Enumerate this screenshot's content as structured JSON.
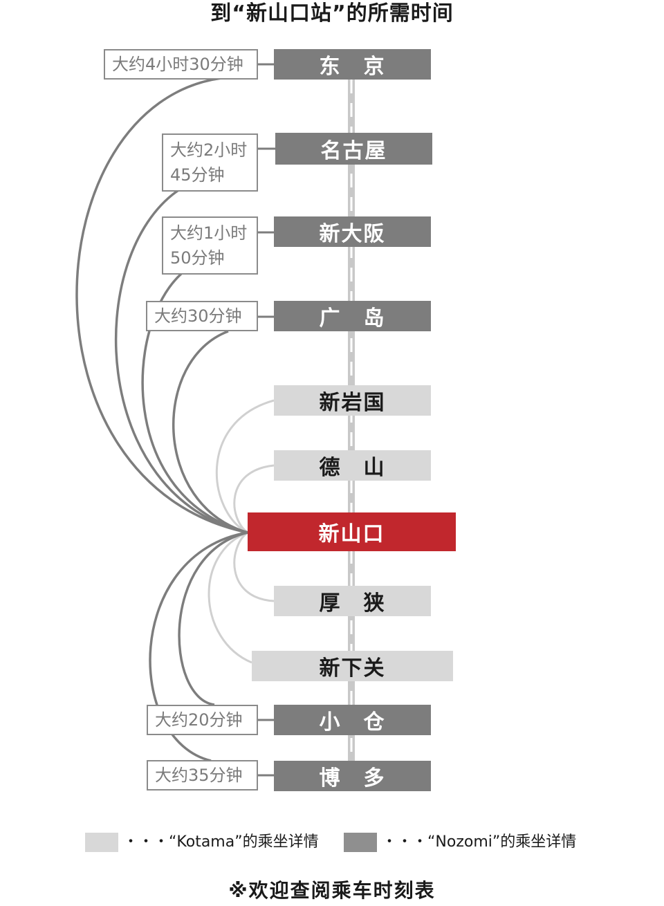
{
  "title": "到“新山口站”的所需时间",
  "colors": {
    "nozomi": "#7d7d7d",
    "kodama": "#d8d8d8",
    "current": "#c1272d",
    "line_dark": "#7d7d7d",
    "line_light": "#d0d0d0",
    "track": "#c8c8c8"
  },
  "stations": [
    {
      "id": "tokyo",
      "label": "东　京",
      "type": "nozomi"
    },
    {
      "id": "nagoya",
      "label": "名古屋",
      "type": "nozomi"
    },
    {
      "id": "shinosaka",
      "label": "新大阪",
      "type": "nozomi"
    },
    {
      "id": "hiroshima",
      "label": "广　岛",
      "type": "nozomi"
    },
    {
      "id": "shiniwakuni",
      "label": "新岩国",
      "type": "kodama"
    },
    {
      "id": "tokuyama",
      "label": "德　山",
      "type": "kodama"
    },
    {
      "id": "shinyamaguchi",
      "label": "新山口",
      "type": "current"
    },
    {
      "id": "asa",
      "label": "厚　狭",
      "type": "kodama"
    },
    {
      "id": "shinshimonoseki",
      "label": "新下关",
      "type": "kodama"
    },
    {
      "id": "kokura",
      "label": "小　仓",
      "type": "nozomi"
    },
    {
      "id": "hakata",
      "label": "博　多",
      "type": "nozomi"
    }
  ],
  "travel_times": {
    "tokyo": [
      "大约4小时30分钟"
    ],
    "nagoya": [
      "大约2小时",
      "45分钟"
    ],
    "shinosaka": [
      "大约1小时",
      "50分钟"
    ],
    "hiroshima": [
      "大约30分钟"
    ],
    "kokura": [
      "大约20分钟"
    ],
    "hakata": [
      "大约35分钟"
    ]
  },
  "legend": {
    "kodama": "・・・“Kotama”的乘坐详情",
    "nozomi": "・・・“Nozomi”的乘坐详情"
  },
  "footer": "※欢迎查阅乘车时刻表"
}
